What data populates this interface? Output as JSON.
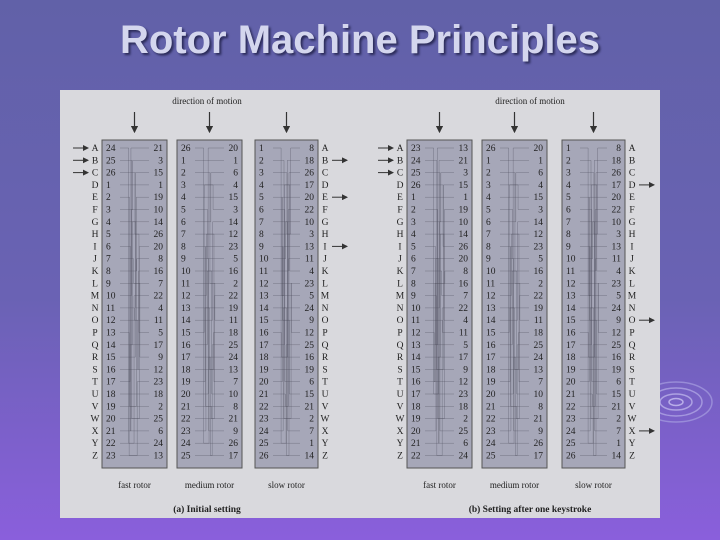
{
  "slide": {
    "title": "Rotor Machine Principles"
  },
  "letters": [
    "A",
    "B",
    "C",
    "D",
    "E",
    "F",
    "G",
    "H",
    "I",
    "J",
    "K",
    "L",
    "M",
    "N",
    "O",
    "P",
    "Q",
    "R",
    "S",
    "T",
    "U",
    "V",
    "W",
    "X",
    "Y",
    "Z"
  ],
  "panel_a": {
    "direction_label": "direction of motion",
    "caption": "(a) Initial setting",
    "fast_label": "fast rotor",
    "medium_label": "medium rotor",
    "slow_label": "slow rotor",
    "fast": {
      "left": [
        24,
        25,
        26,
        1,
        2,
        3,
        4,
        5,
        6,
        7,
        8,
        9,
        10,
        11,
        12,
        13,
        14,
        15,
        16,
        17,
        18,
        19,
        20,
        21,
        22,
        23
      ],
      "right": [
        21,
        3,
        15,
        1,
        19,
        10,
        14,
        26,
        20,
        8,
        16,
        7,
        22,
        4,
        11,
        5,
        17,
        9,
        12,
        23,
        18,
        2,
        25,
        6,
        24,
        13
      ]
    },
    "medium": {
      "left": [
        26,
        1,
        2,
        3,
        4,
        5,
        6,
        7,
        8,
        9,
        10,
        11,
        12,
        13,
        14,
        15,
        16,
        17,
        18,
        19,
        20,
        21,
        22,
        23,
        24,
        25
      ],
      "right": [
        20,
        1,
        6,
        4,
        15,
        3,
        14,
        12,
        23,
        5,
        16,
        2,
        22,
        19,
        11,
        18,
        25,
        24,
        13,
        7,
        10,
        8,
        21,
        9,
        26,
        17
      ]
    },
    "slow": {
      "left": [
        1,
        2,
        3,
        4,
        5,
        6,
        7,
        8,
        9,
        10,
        11,
        12,
        13,
        14,
        15,
        16,
        17,
        18,
        19,
        20,
        21,
        22,
        23,
        24,
        25,
        26
      ],
      "right": [
        8,
        18,
        26,
        17,
        20,
        22,
        10,
        3,
        13,
        11,
        4,
        23,
        5,
        24,
        9,
        12,
        25,
        16,
        19,
        6,
        15,
        21,
        2,
        7,
        1,
        14
      ]
    },
    "input_letters": [
      "A",
      "B",
      "C"
    ],
    "output_letters": [
      "B",
      "E",
      "I"
    ]
  },
  "panel_b": {
    "direction_label": "direction of motion",
    "caption": "(b) Setting after one keystroke",
    "fast_label": "fast rotor",
    "medium_label": "medium rotor",
    "slow_label": "slow rotor",
    "fast": {
      "left": [
        23,
        24,
        25,
        26,
        1,
        2,
        3,
        4,
        5,
        6,
        7,
        8,
        9,
        10,
        11,
        12,
        13,
        14,
        15,
        16,
        17,
        18,
        19,
        20,
        21,
        22
      ],
      "right": [
        13,
        21,
        3,
        15,
        1,
        19,
        10,
        14,
        26,
        20,
        8,
        16,
        7,
        22,
        4,
        11,
        5,
        17,
        9,
        12,
        23,
        18,
        2,
        25,
        6,
        24
      ]
    },
    "medium": {
      "left": [
        26,
        1,
        2,
        3,
        4,
        5,
        6,
        7,
        8,
        9,
        10,
        11,
        12,
        13,
        14,
        15,
        16,
        17,
        18,
        19,
        20,
        21,
        22,
        23,
        24,
        25
      ],
      "right": [
        20,
        1,
        6,
        4,
        15,
        3,
        14,
        12,
        23,
        5,
        16,
        2,
        22,
        19,
        11,
        18,
        25,
        24,
        13,
        7,
        10,
        8,
        21,
        9,
        26,
        17
      ]
    },
    "slow": {
      "left": [
        1,
        2,
        3,
        4,
        5,
        6,
        7,
        8,
        9,
        10,
        11,
        12,
        13,
        14,
        15,
        16,
        17,
        18,
        19,
        20,
        21,
        22,
        23,
        24,
        25,
        26
      ],
      "right": [
        8,
        18,
        26,
        17,
        20,
        22,
        10,
        3,
        13,
        11,
        4,
        23,
        5,
        24,
        9,
        12,
        25,
        16,
        19,
        6,
        15,
        21,
        2,
        7,
        1,
        14
      ]
    },
    "input_letters": [
      "A",
      "B",
      "C"
    ],
    "output_letters": [
      "D",
      "O",
      "X"
    ]
  }
}
